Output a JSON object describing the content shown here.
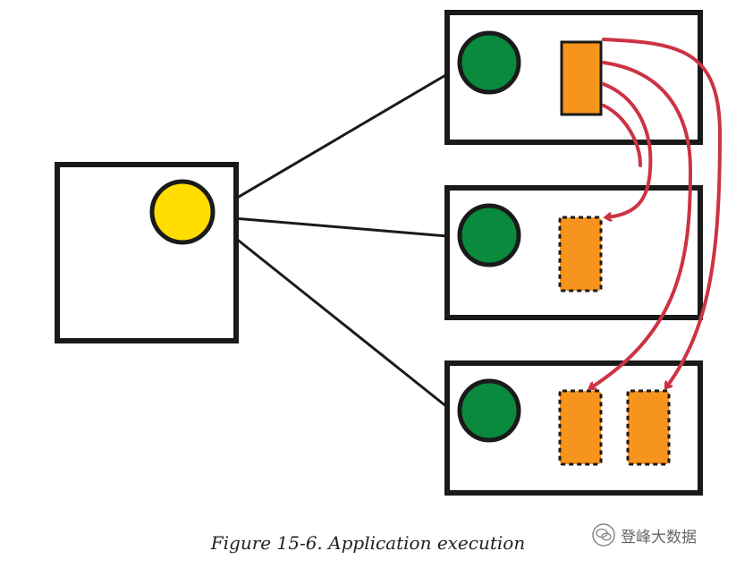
{
  "caption": "Figure 15-6. Application execution",
  "watermark": "登峰大数据",
  "colors": {
    "border": "#1a1a1a",
    "driver_node": "#ffdd00",
    "executor_node": "#0a8a3c",
    "task": "#f7941d",
    "arrow": "#cc3344"
  },
  "icons": {
    "driver": "yellow-circle",
    "executor": "green-circle",
    "task": "orange-rectangle",
    "watermark": "wechat-icon"
  }
}
